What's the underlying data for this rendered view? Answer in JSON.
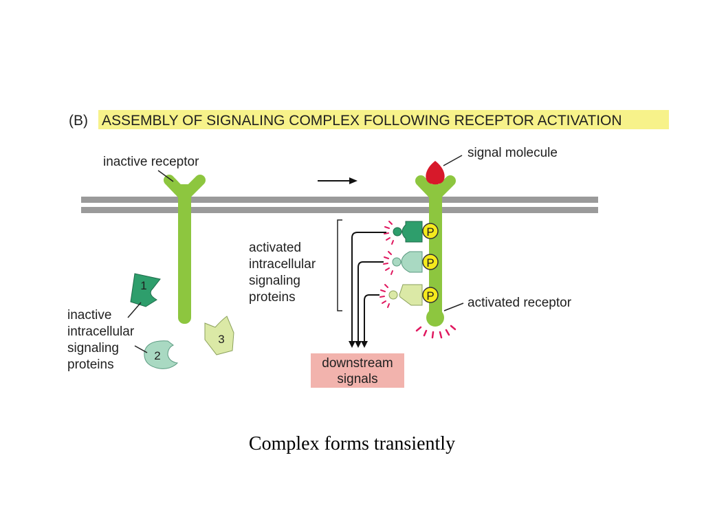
{
  "panel": {
    "letter": "(B)",
    "title": "ASSEMBLY OF SIGNALING COMPLEX FOLLOWING RECEPTOR ACTIVATION"
  },
  "labels": {
    "inactive_receptor": "inactive receptor",
    "signal_molecule": "signal molecule",
    "activated_proteins": [
      "activated",
      "intracellular",
      "signaling",
      "proteins"
    ],
    "inactive_proteins": [
      "inactive",
      "intracellular",
      "signaling",
      "proteins"
    ],
    "activated_receptor": "activated receptor",
    "downstream_signals": [
      "downstream",
      "signals"
    ]
  },
  "proteins": {
    "p1": "1",
    "p2": "2",
    "p3": "3",
    "phospho": "P"
  },
  "caption": "Complex forms transiently",
  "colors": {
    "title_highlight": "#f7f28a",
    "membrane": "#9a9a9a",
    "receptor": "#8dc63f",
    "signal_molecule": "#d7192a",
    "protein1": "#2e9e6c",
    "protein2": "#a9d9c2",
    "protein3": "#dbe9a6",
    "phospho": "#f5ea1d",
    "activation_rays": "#e0185f",
    "downstream_box": "#f2b3ad"
  }
}
